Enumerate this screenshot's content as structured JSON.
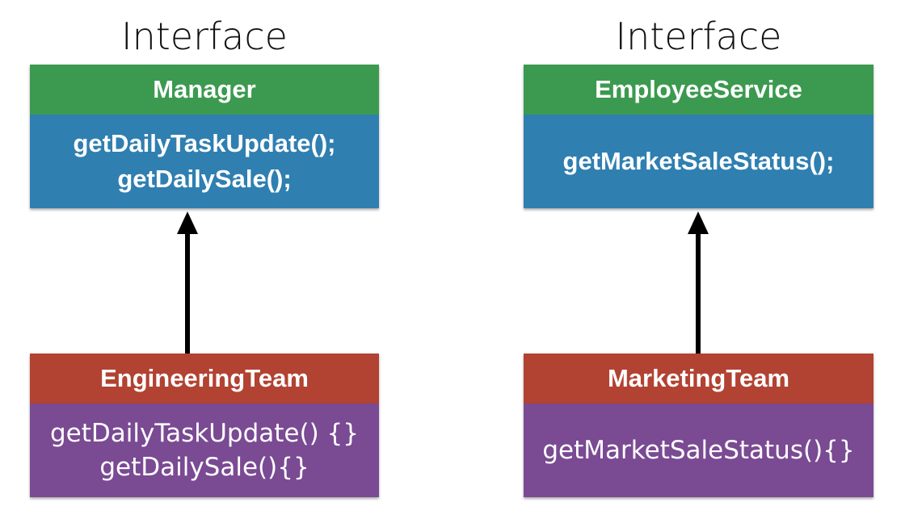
{
  "diagram": {
    "left": {
      "interface_label": "Interface",
      "interface": {
        "name": "Manager",
        "methods": [
          "getDailyTaskUpdate();",
          "getDailySale();"
        ]
      },
      "implementation": {
        "name": "EngineeringTeam",
        "methods": [
          "getDailyTaskUpdate() {}",
          "getDailySale(){}"
        ]
      }
    },
    "right": {
      "interface_label": "Interface",
      "interface": {
        "name": "EmployeeService",
        "methods": [
          "getMarketSaleStatus();"
        ]
      },
      "implementation": {
        "name": "MarketingTeam",
        "methods": [
          "getMarketSaleStatus(){}"
        ]
      }
    }
  },
  "colors": {
    "interface_header": "#3b9a4f",
    "interface_body": "#2f7fb1",
    "implementation_header": "#b24232",
    "implementation_body": "#7a4a93",
    "arrow": "#000000"
  }
}
